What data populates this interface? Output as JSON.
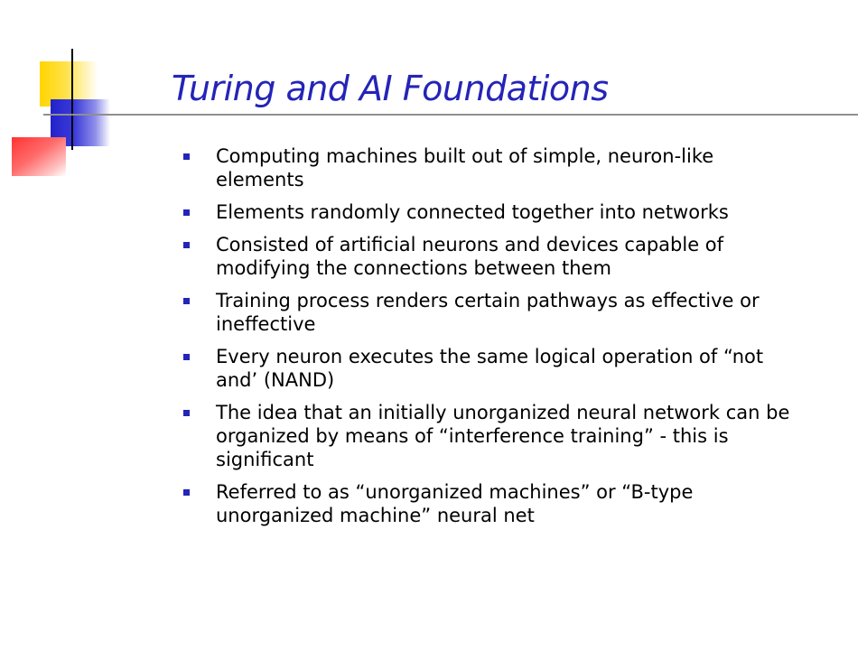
{
  "slide": {
    "title": "Turing and AI Foundations",
    "bullets": [
      "Computing machines built out of simple, neuron-like elements",
      "Elements randomly connected together into networks",
      "Consisted of artificial neurons and devices capable of modifying the connections between them",
      "Training process renders certain pathways as effective or ineffective",
      "Every neuron executes the same logical operation of “not and’ (NAND)",
      "The idea that an initially unorganized neural network can be organized by means of “interference training” - this is significant",
      "Referred to as “unorganized machines” or “B-type unorganized machine” neural net"
    ]
  },
  "colors": {
    "title": "#2424b8",
    "bullet_marker": "#2424b8",
    "text": "#000000",
    "accent_yellow": "#ffd400",
    "accent_blue": "#2222cc",
    "accent_red": "#ff3333",
    "rule_line": "#8f8f8f"
  },
  "icons": {
    "bullet": "square-bullet-icon"
  }
}
